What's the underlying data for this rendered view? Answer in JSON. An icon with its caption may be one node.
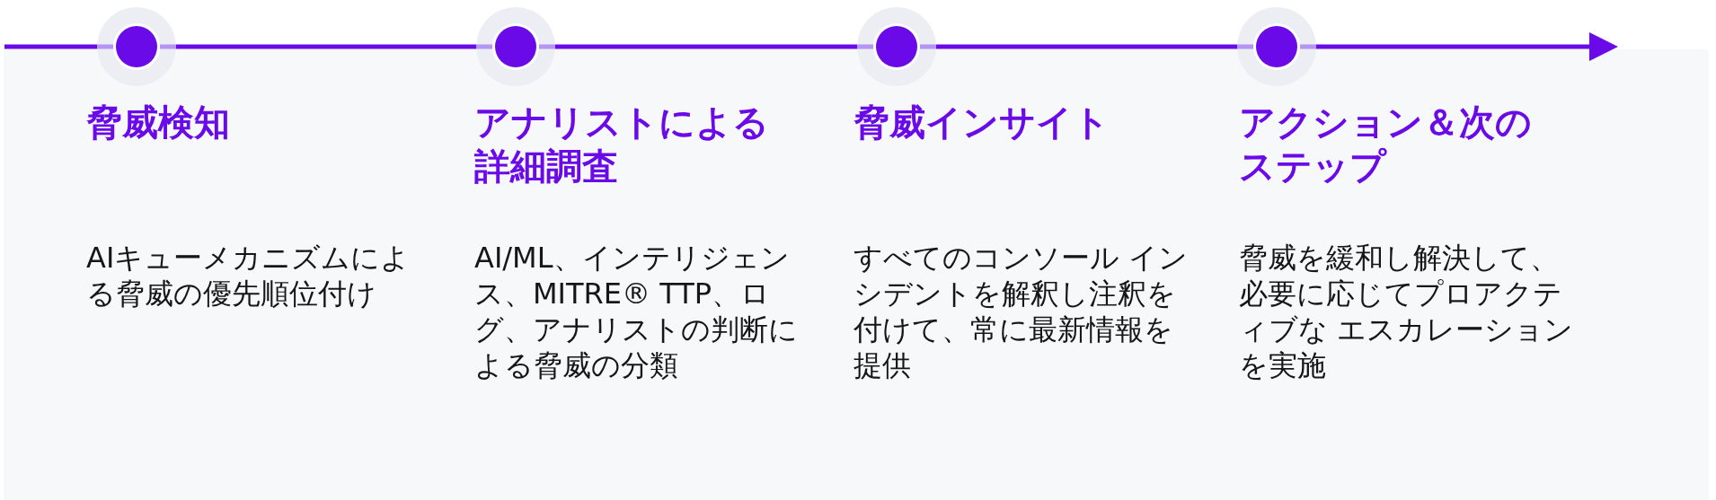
{
  "diagram": {
    "nodes": [
      {
        "text": [],
        "shape": "circle",
        "beside": [
          "脅威検知",
          "AIキューメカニズムによる脅威の優先順位付け"
        ]
      },
      {
        "text": [],
        "shape": "circle",
        "beside": [
          "アナリストによる詳細調査",
          "AI/ML、インテリジェンス、MITRE® TTP、ログ、アナリストの判断による脅威の分類"
        ]
      },
      {
        "text": [],
        "shape": "circle",
        "beside": [
          "脅威インサイト",
          "すべてのコンソール インシデントを解釈し注釈を付けて、常に最新情報を提供"
        ]
      },
      {
        "text": [],
        "shape": "circle",
        "beside": [
          "アクション＆次のステップ",
          "脅威を緩和し解決して、必要に応じてプロアクティブな エスカレーションを実施"
        ]
      }
    ],
    "edges": [
      {
        "from": null,
        "to": 0,
        "arrow": "none"
      },
      {
        "from": 0,
        "to": 1,
        "arrow": "none"
      },
      {
        "from": 1,
        "to": 2,
        "arrow": "none"
      },
      {
        "from": 2,
        "to": 3,
        "arrow": "none"
      },
      {
        "from": 3,
        "to": null,
        "arrow": "to"
      }
    ]
  }
}
